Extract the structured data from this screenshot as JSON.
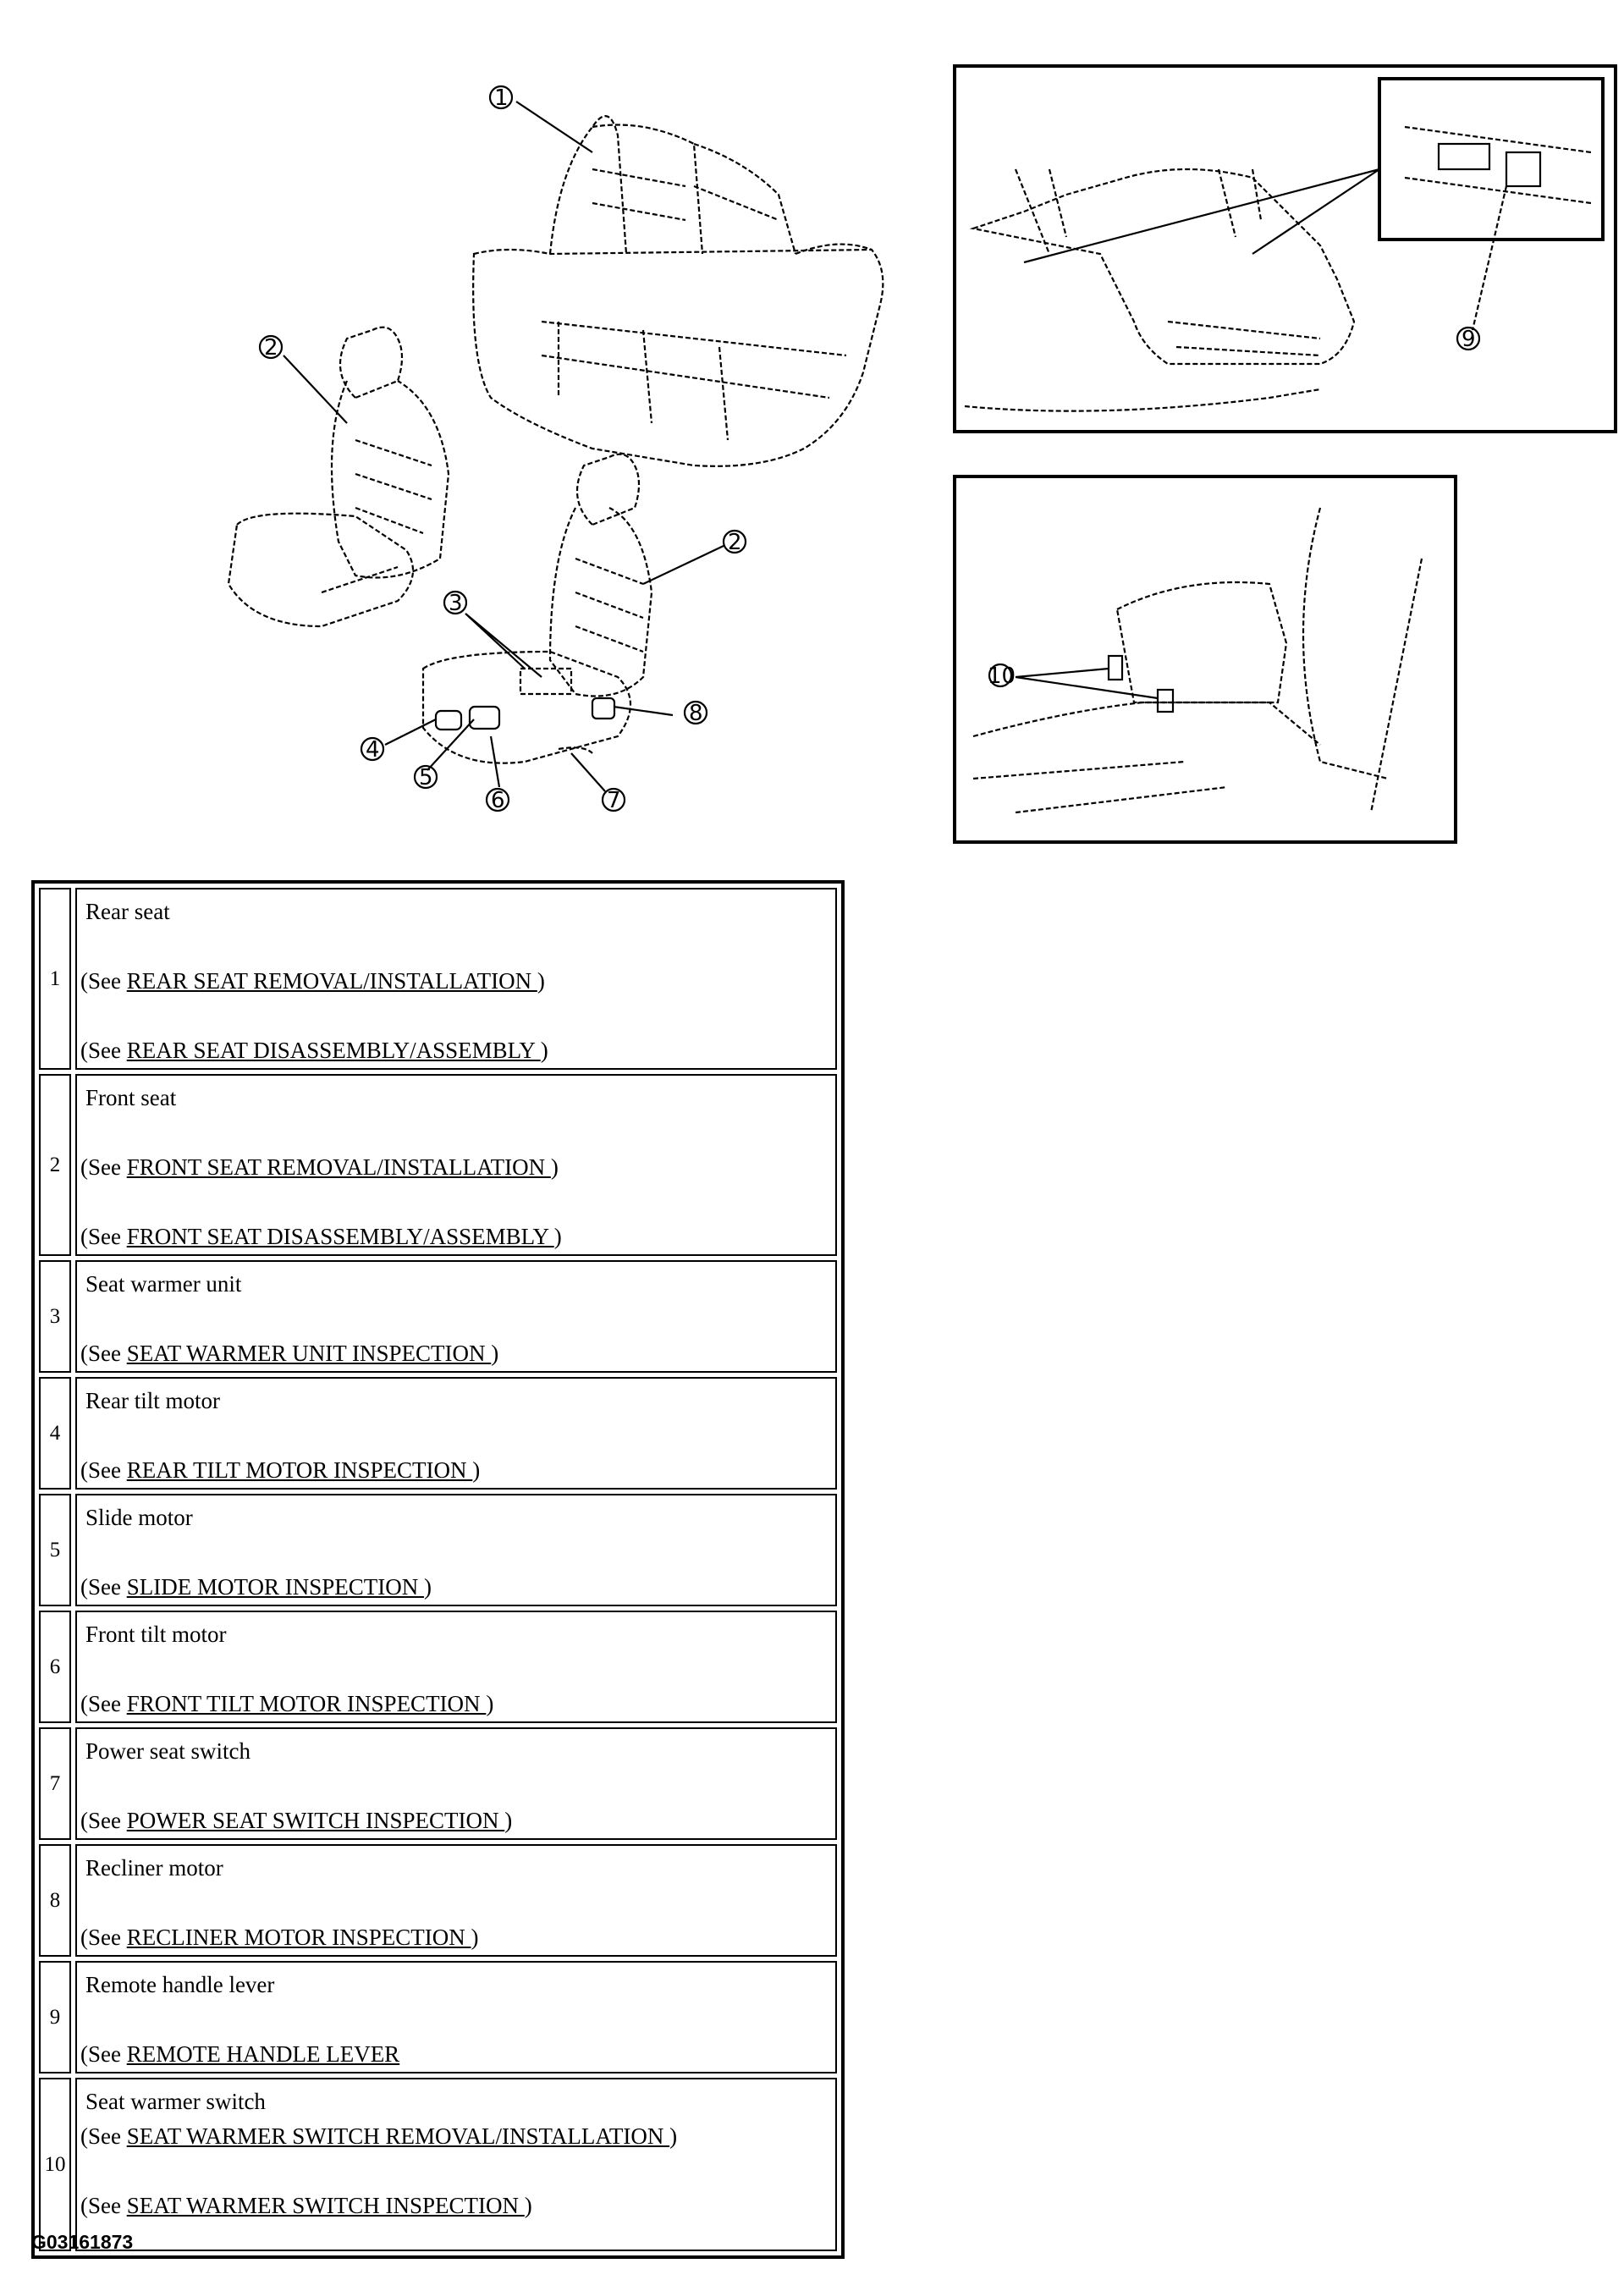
{
  "figure": {
    "callouts": [
      "1",
      "2",
      "3",
      "4",
      "5",
      "6",
      "7",
      "8",
      "9",
      "10"
    ],
    "figure_id": "G03161873"
  },
  "parts": [
    {
      "num": "1",
      "name": "Rear seat",
      "refs": [
        {
          "prefix": "(See ",
          "link": "REAR SEAT REMOVAL/INSTALLATION ",
          "suffix": ")"
        },
        {
          "prefix": "(See ",
          "link": "REAR SEAT DISASSEMBLY/ASSEMBLY ",
          "suffix": ")"
        }
      ]
    },
    {
      "num": "2",
      "name": "Front seat",
      "refs": [
        {
          "prefix": "(See ",
          "link": "FRONT SEAT REMOVAL/INSTALLATION ",
          "suffix": ")"
        },
        {
          "prefix": "(See ",
          "link": "FRONT SEAT DISASSEMBLY/ASSEMBLY ",
          "suffix": ")"
        }
      ]
    },
    {
      "num": "3",
      "name": "Seat warmer unit",
      "refs": [
        {
          "prefix": "(See ",
          "link": "SEAT WARMER UNIT INSPECTION ",
          "suffix": ")"
        }
      ]
    },
    {
      "num": "4",
      "name": "Rear tilt motor",
      "refs": [
        {
          "prefix": "(See ",
          "link": "REAR TILT MOTOR INSPECTION ",
          "suffix": ")"
        }
      ]
    },
    {
      "num": "5",
      "name": "Slide motor",
      "refs": [
        {
          "prefix": "(See ",
          "link": "SLIDE MOTOR INSPECTION ",
          "suffix": ")"
        }
      ]
    },
    {
      "num": "6",
      "name": "Front tilt motor",
      "refs": [
        {
          "prefix": "(See ",
          "link": "FRONT TILT MOTOR INSPECTION ",
          "suffix": ")"
        }
      ]
    },
    {
      "num": "7",
      "name": "Power seat switch",
      "refs": [
        {
          "prefix": "(See ",
          "link": "POWER SEAT SWITCH INSPECTION ",
          "suffix": ")"
        }
      ]
    },
    {
      "num": "8",
      "name": "Recliner motor",
      "refs": [
        {
          "prefix": "(See ",
          "link": "RECLINER MOTOR INSPECTION ",
          "suffix": ")"
        }
      ]
    },
    {
      "num": "9",
      "name": "Remote handle lever",
      "refs": [
        {
          "prefix": "(See ",
          "link": "REMOTE HANDLE LEVER",
          "suffix": ""
        }
      ]
    },
    {
      "num": "10",
      "name": "Seat warmer switch",
      "refs": [
        {
          "prefix": "(See ",
          "link": "SEAT WARMER SWITCH REMOVAL/INSTALLATION ",
          "suffix": ")"
        },
        {
          "prefix": "(See ",
          "link": "SEAT WARMER SWITCH INSPECTION ",
          "suffix": ")"
        }
      ]
    }
  ]
}
